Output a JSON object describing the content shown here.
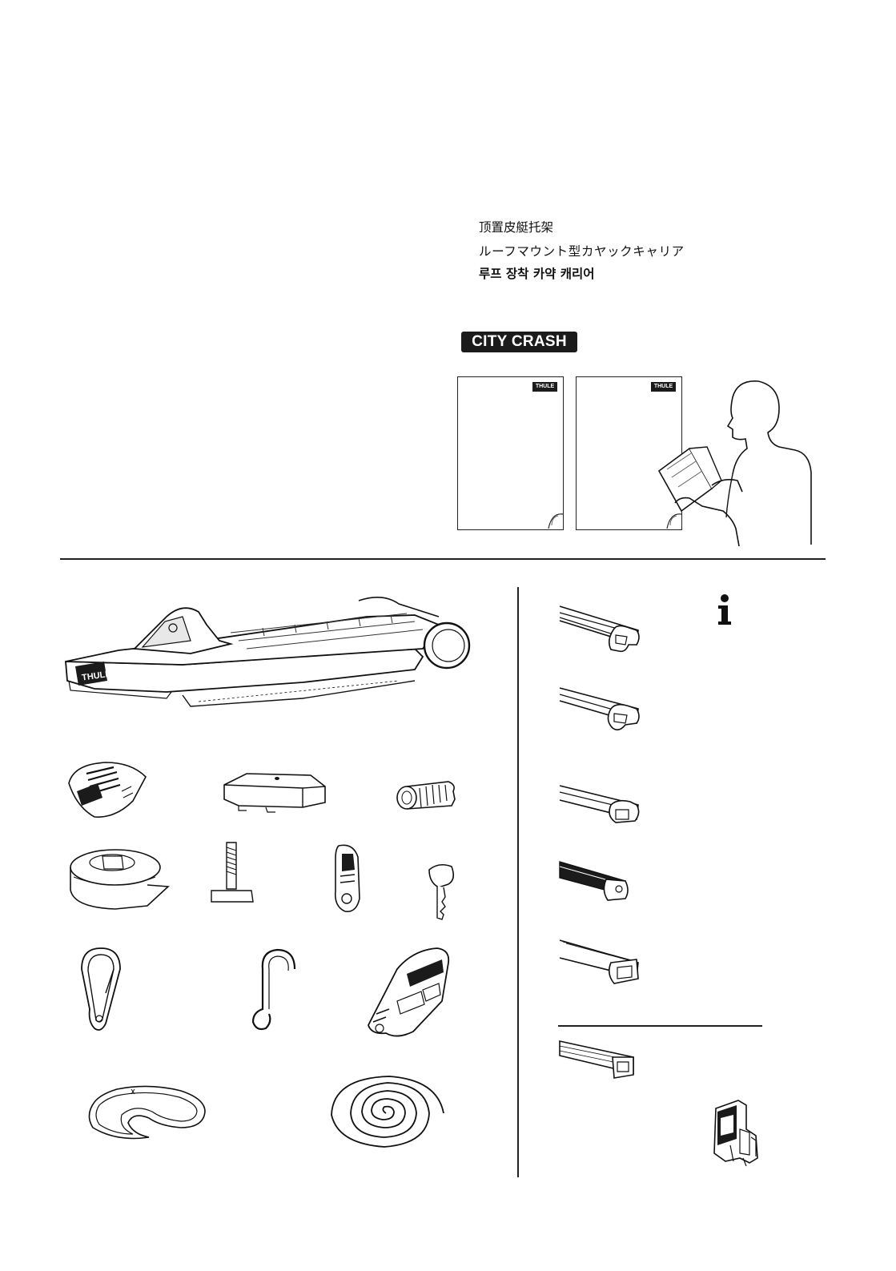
{
  "titles": {
    "chinese": "顶置皮艇托架",
    "japanese": "ルーフマウント型カヤックキャリア",
    "korean": "루프 장착 카약 캐리어"
  },
  "badge": "CITY CRASH",
  "manuals": [
    {
      "brand": "THULE"
    },
    {
      "brand": "THULE"
    }
  ],
  "product_brand": "THULE",
  "icons": {
    "info": "info-icon"
  }
}
